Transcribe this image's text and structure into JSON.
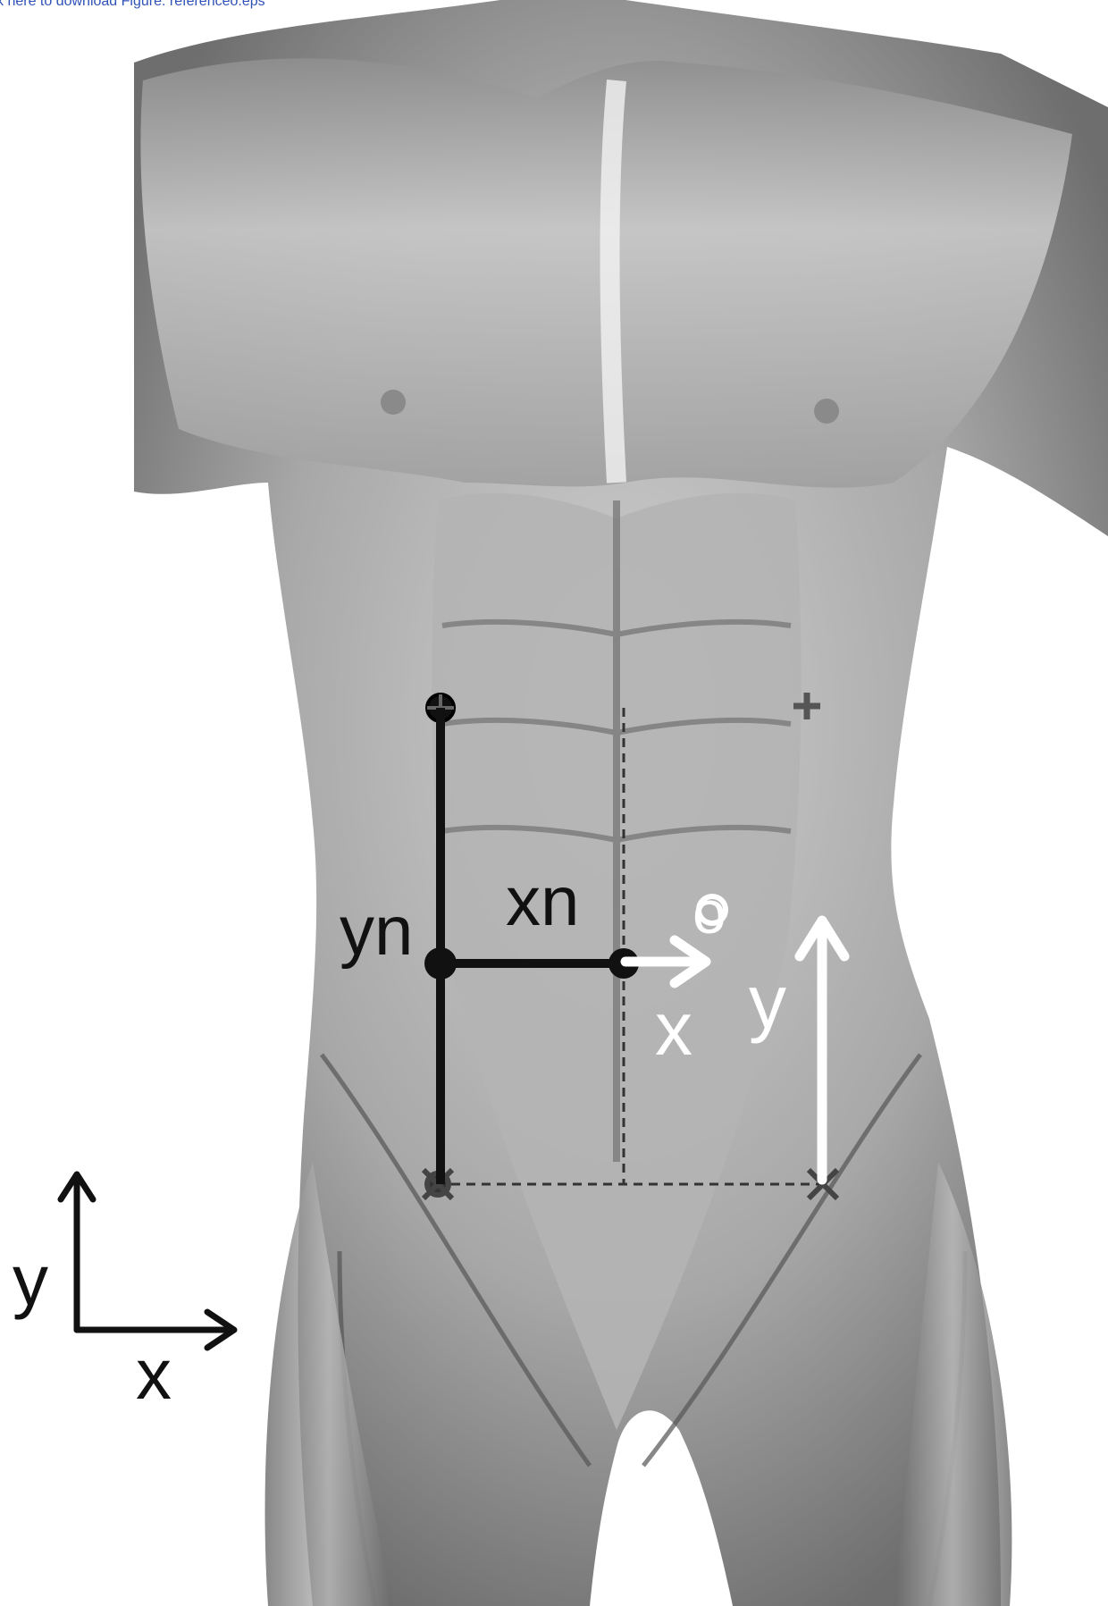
{
  "header": {
    "download_link": "k here to download Figure: referenceo.eps"
  },
  "diagram": {
    "labels": {
      "yn": "yn",
      "xn": "xn",
      "origin": "o",
      "local_x": "x",
      "local_y": "y",
      "global_x": "x",
      "global_y": "y"
    },
    "colors": {
      "body_light": "#d6d6d6",
      "body_mid": "#9a9a9a",
      "body_dark": "#4a4a4a",
      "black_axis": "#111111",
      "white_axis": "#ffffff"
    }
  }
}
